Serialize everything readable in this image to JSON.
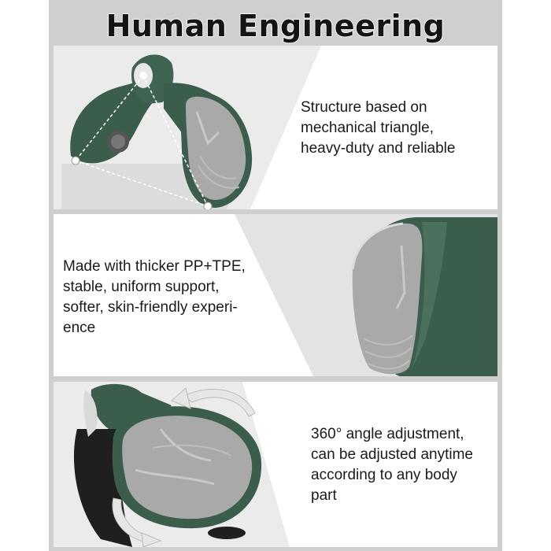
{
  "header": {
    "title": "Human Engineering Design"
  },
  "features": [
    {
      "text": "Structure based on\nmechanical triangle,\nheavy-duty and reliable",
      "icon": "triangle-structure-illustration"
    },
    {
      "text": "Made with thicker PP+TPE,\nstable, uniform support,\nsofter, skin-friendly experi-\nence",
      "icon": "pad-closeup-illustration"
    },
    {
      "text": "360° angle adjustment,\ncan be adjusted anytime\naccording to any body\npart",
      "icon": "rotation-arrows-illustration"
    }
  ],
  "colors": {
    "frame": "#cfcfcf",
    "product_green": "#3b5e4c",
    "pad_grey": "#a9a9a9",
    "panel_bg": "#ffffff"
  }
}
